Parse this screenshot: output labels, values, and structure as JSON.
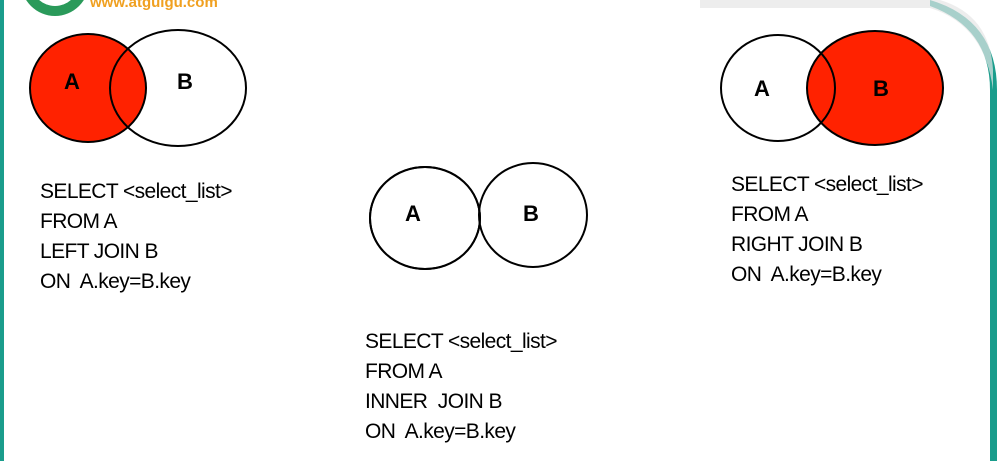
{
  "logo": {
    "url_text": "www.atguigu.com"
  },
  "colors": {
    "fill": "#ff2200",
    "frame": "#1a9d8c"
  },
  "left_join": {
    "set_a": "A",
    "set_b": "B",
    "sql": [
      "SELECT <select_list>",
      "FROM A",
      "LEFT JOIN B",
      "ON  A.key=B.key"
    ]
  },
  "inner_join": {
    "set_a": "A",
    "set_b": "B",
    "sql": [
      "SELECT <select_list>",
      "FROM A",
      "INNER  JOIN B",
      "ON  A.key=B.key"
    ]
  },
  "right_join": {
    "set_a": "A",
    "set_b": "B",
    "sql": [
      "SELECT <select_list>",
      "FROM A",
      "RIGHT JOIN B",
      "ON  A.key=B.key"
    ]
  }
}
